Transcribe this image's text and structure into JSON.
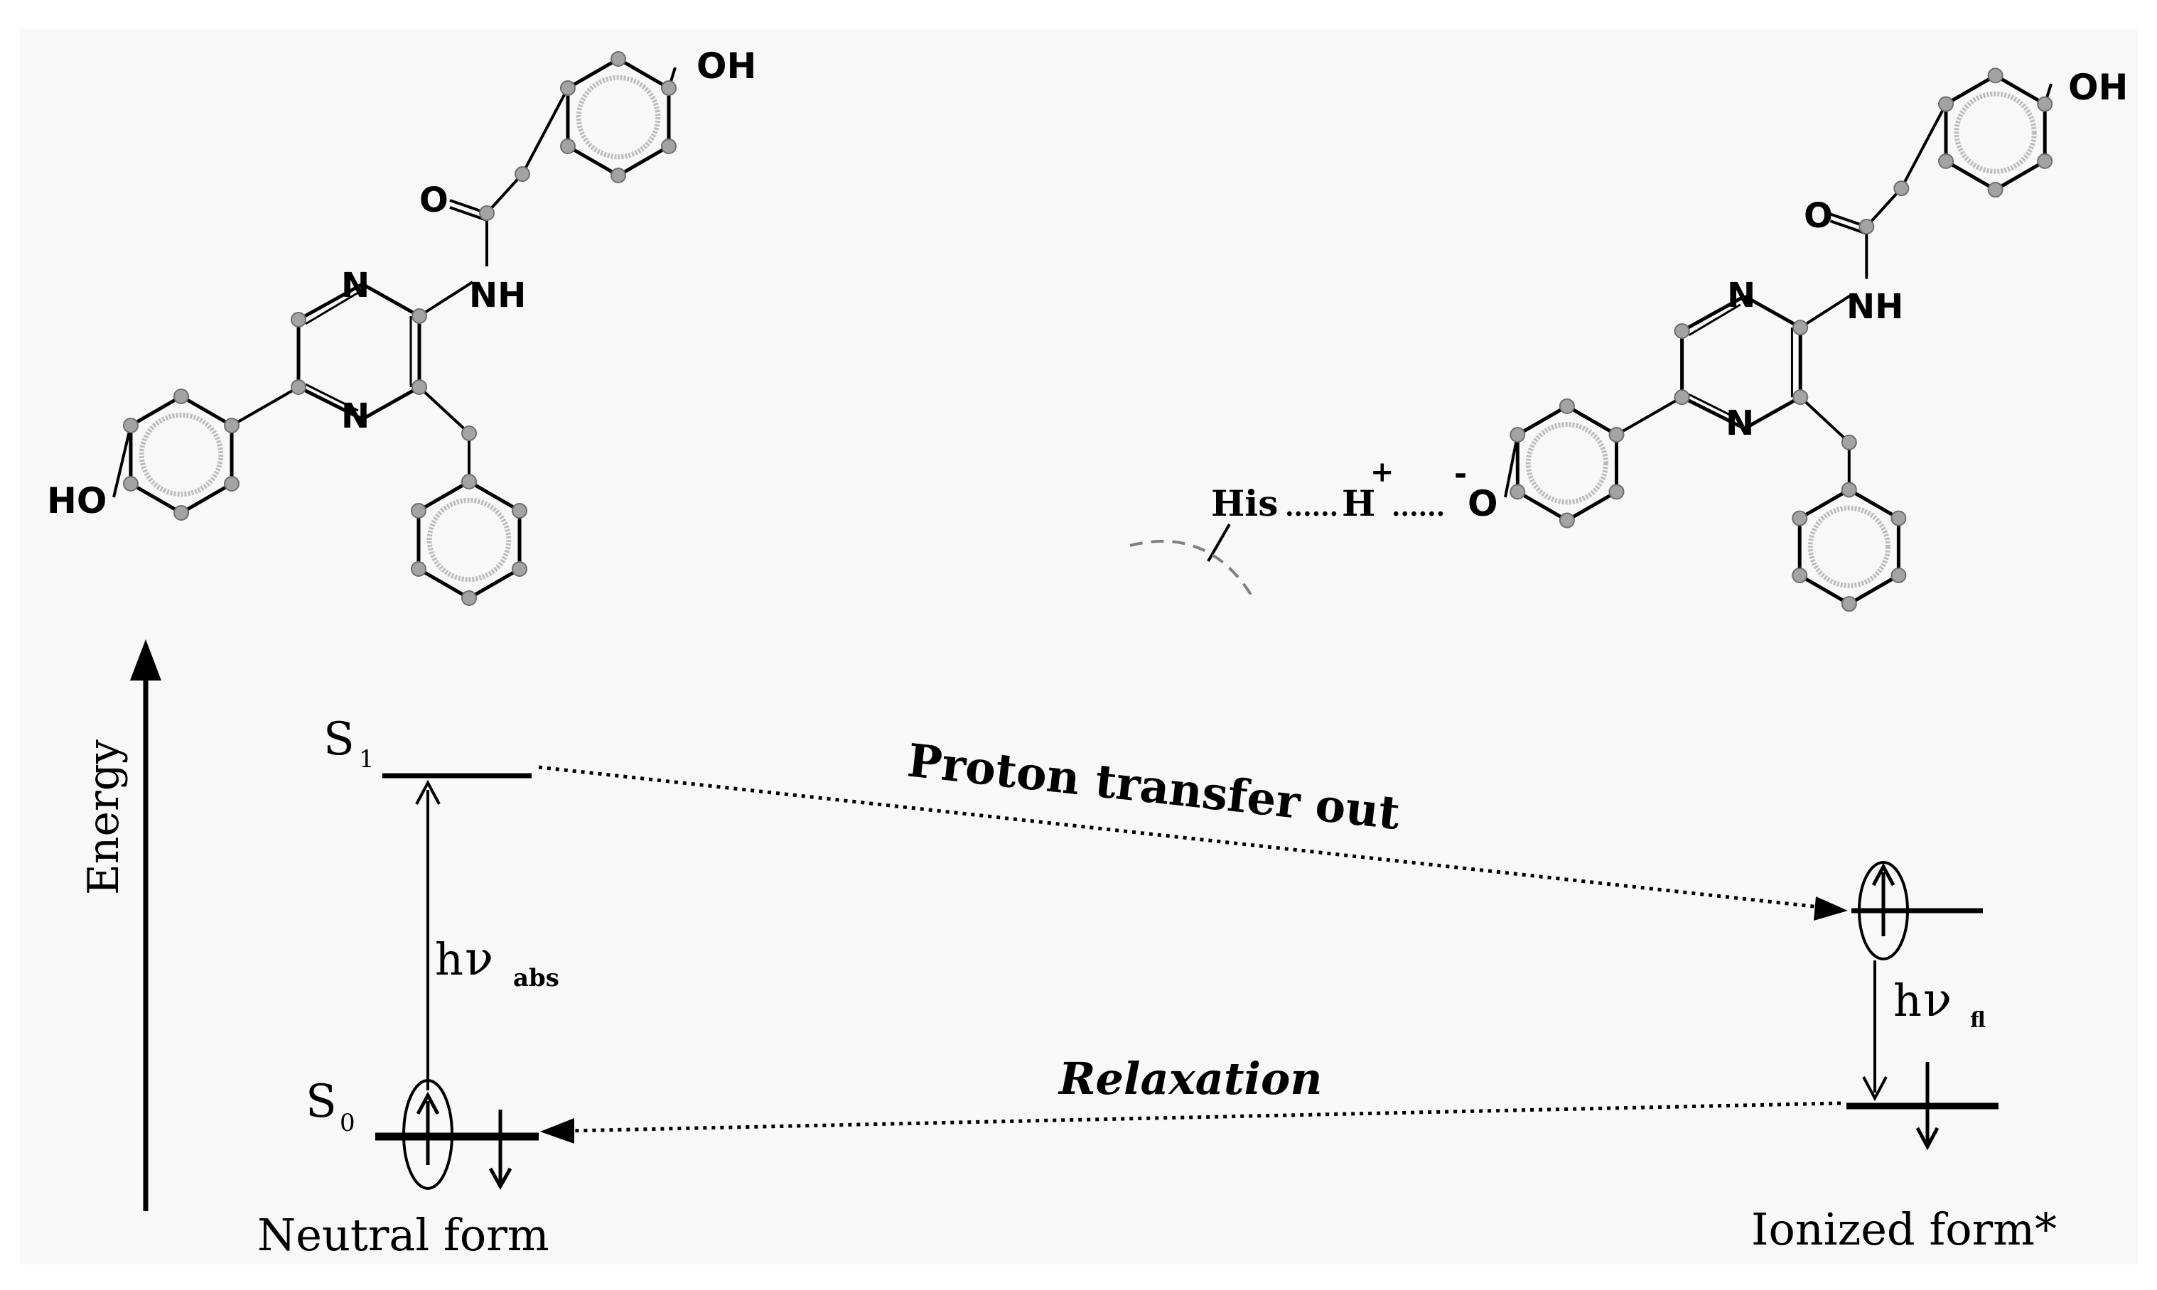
{
  "colors": {
    "background": "#ffffff",
    "panel": "#f8f8f8",
    "ink": "#000000",
    "atom": "#a3a3a3",
    "aromatic_ring": "#bdbdbd",
    "dashed_residue": "#808080"
  },
  "energy_axis": {
    "label": "Energy"
  },
  "levels": {
    "s1_label": "S",
    "s1_subscript": "1",
    "s0_label": "S",
    "s0_subscript": "0"
  },
  "transitions": {
    "absorption_h": "h",
    "absorption_nu": "ν",
    "absorption_subscript": "abs",
    "fluorescence_h": "h",
    "fluorescence_nu": "ν",
    "fluorescence_subscript": "fl"
  },
  "processes": {
    "proton_transfer": "Proton transfer out",
    "relaxation": "Relaxation"
  },
  "forms": {
    "neutral": "Neutral form",
    "ionized": "Ionized form*"
  },
  "neutral_molecule": {
    "oh_top": "OH",
    "o_carbonyl": "O",
    "nh": "NH",
    "n_top": "N",
    "n_bottom": "N",
    "ho_left": "HO"
  },
  "ionized_molecule": {
    "oh_top": "OH",
    "o_carbonyl": "O",
    "nh": "NH",
    "n_top": "N",
    "n_bottom": "N",
    "o_minus": "O",
    "minus_sign": "-",
    "his": "His",
    "h_plus": "H",
    "plus_sign": "+",
    "dots_1": "......",
    "dots_2": "......"
  }
}
